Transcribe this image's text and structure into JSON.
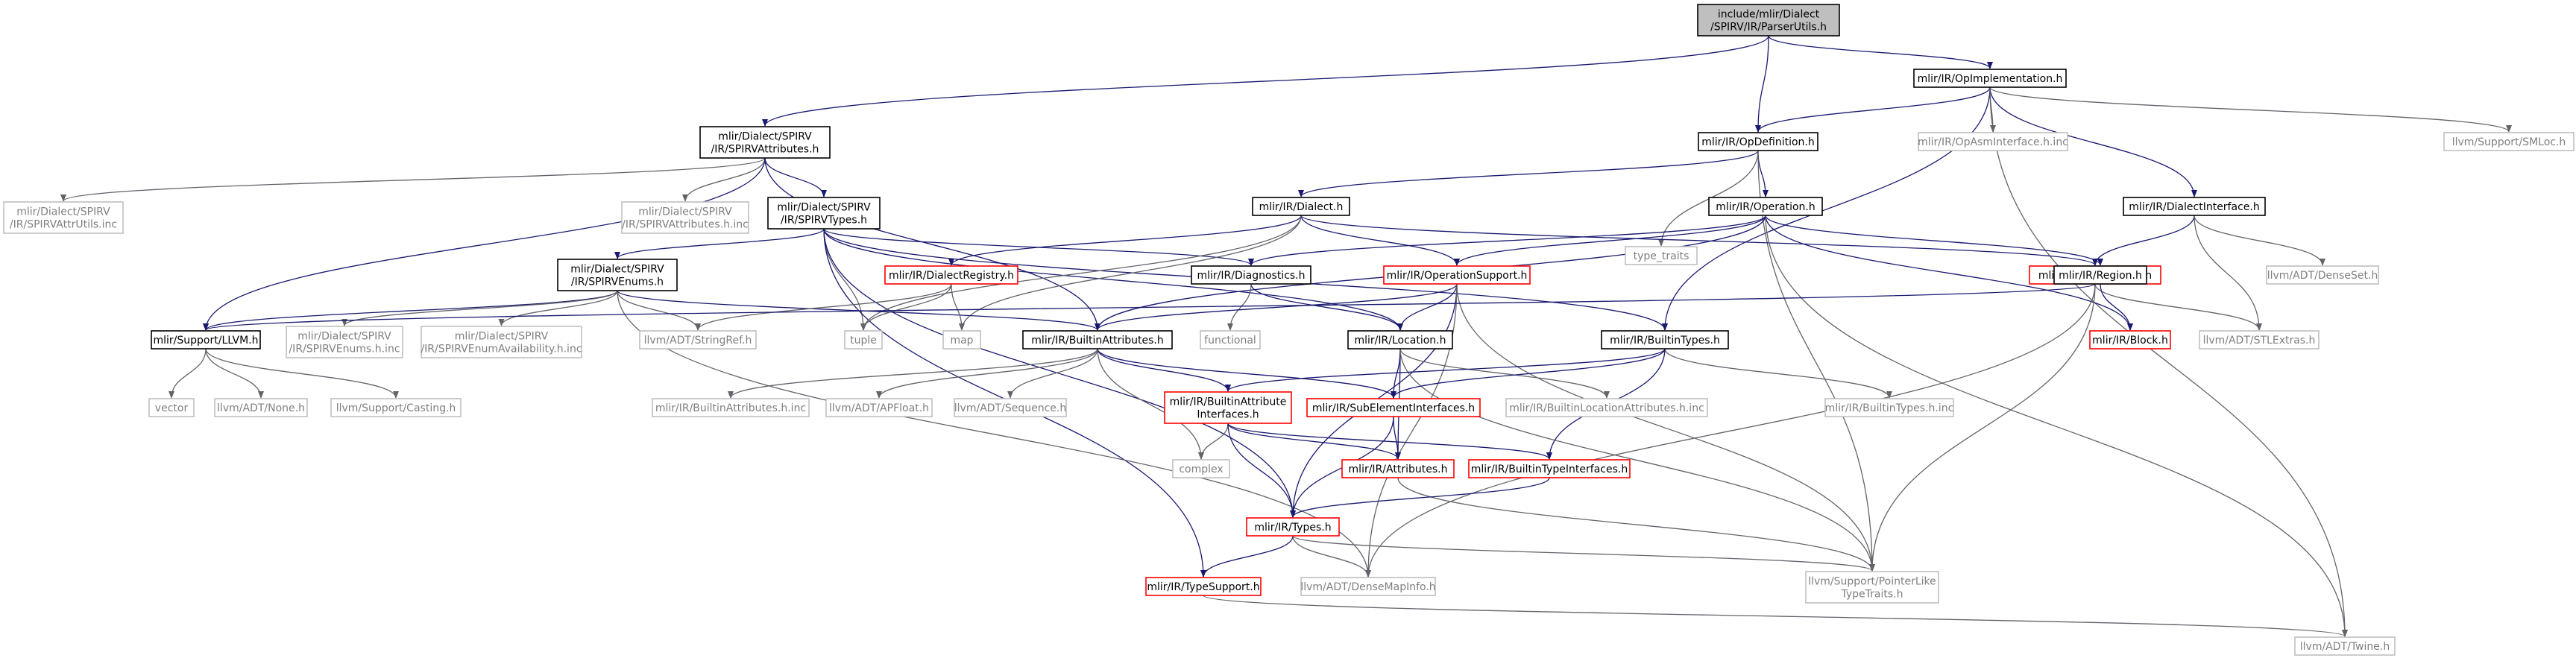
{
  "colors": {
    "root_fill": "#bfbfbf",
    "text": "#000000",
    "documented_border": "#000000",
    "has_children_border": "#ff0000",
    "leaf_border": "#bfbfbf",
    "leaf_text": "#7f7f7f",
    "edge": "#191970",
    "edge_gray": "#63636b"
  },
  "nodes": [
    {
      "id": "root",
      "kind": "root",
      "lines": [
        "include/mlir/Dialect",
        "/SPIRV/IR/ParserUtils.h"
      ]
    },
    {
      "id": "opimpl",
      "kind": "doc",
      "lines": [
        "mlir/IR/OpImplementation.h"
      ]
    },
    {
      "id": "spirvattr",
      "kind": "doc",
      "lines": [
        "mlir/Dialect/SPIRV",
        "/IR/SPIRVAttributes.h"
      ]
    },
    {
      "id": "opdef",
      "kind": "doc",
      "lines": [
        "mlir/IR/OpDefinition.h"
      ]
    },
    {
      "id": "opasm",
      "kind": "leaf",
      "lines": [
        "mlir/IR/OpAsmInterface.h.inc"
      ]
    },
    {
      "id": "smloc",
      "kind": "leaf",
      "lines": [
        "llvm/Support/SMLoc.h"
      ]
    },
    {
      "id": "attrutils",
      "kind": "leaf",
      "lines": [
        "mlir/Dialect/SPIRV",
        "/IR/SPIRVAttrUtils.inc"
      ]
    },
    {
      "id": "spirvattrinc",
      "kind": "leaf",
      "lines": [
        "mlir/Dialect/SPIRV",
        "/IR/SPIRVAttributes.h.inc"
      ]
    },
    {
      "id": "spirvtypes",
      "kind": "doc",
      "lines": [
        "mlir/Dialect/SPIRV",
        "/IR/SPIRVTypes.h"
      ]
    },
    {
      "id": "dialect",
      "kind": "doc",
      "lines": [
        "mlir/IR/Dialect.h"
      ]
    },
    {
      "id": "typetraits",
      "kind": "leaf",
      "lines": [
        "type_traits"
      ]
    },
    {
      "id": "operation",
      "kind": "doc",
      "lines": [
        "mlir/IR/Operation.h"
      ]
    },
    {
      "id": "dialectiface",
      "kind": "doc",
      "lines": [
        "mlir/IR/DialectInterface.h"
      ]
    },
    {
      "id": "spirvenums",
      "kind": "doc",
      "lines": [
        "mlir/Dialect/SPIRV",
        "/IR/SPIRVEnums.h"
      ]
    },
    {
      "id": "dialectreg",
      "kind": "red",
      "lines": [
        "mlir/IR/DialectRegistry.h"
      ]
    },
    {
      "id": "diagnostics",
      "kind": "doc",
      "lines": [
        "mlir/IR/Diagnostics.h"
      ]
    },
    {
      "id": "opsupport",
      "kind": "red",
      "lines": [
        "mlir/IR/OperationSupport.h"
      ]
    },
    {
      "id": "typeid",
      "kind": "red",
      "lines": [
        "mlir/Support/TypeID.h"
      ]
    },
    {
      "id": "region",
      "kind": "doc",
      "lines": [
        "mlir/IR/Region.h"
      ]
    },
    {
      "id": "denseset",
      "kind": "leaf",
      "lines": [
        "llvm/ADT/DenseSet.h"
      ]
    },
    {
      "id": "llvmh",
      "kind": "doc",
      "lines": [
        "mlir/Support/LLVM.h"
      ]
    },
    {
      "id": "spirvenumsinc",
      "kind": "leaf",
      "lines": [
        "mlir/Dialect/SPIRV",
        "/IR/SPIRVEnums.h.inc"
      ]
    },
    {
      "id": "enumavail",
      "kind": "leaf",
      "lines": [
        "mlir/Dialect/SPIRV",
        "/IR/SPIRVEnumAvailability.h.inc"
      ]
    },
    {
      "id": "stringref",
      "kind": "leaf",
      "lines": [
        "llvm/ADT/StringRef.h"
      ]
    },
    {
      "id": "tuple",
      "kind": "leaf",
      "lines": [
        "tuple"
      ]
    },
    {
      "id": "map",
      "kind": "leaf",
      "lines": [
        "map"
      ]
    },
    {
      "id": "builtinattrs",
      "kind": "doc",
      "lines": [
        "mlir/IR/BuiltinAttributes.h"
      ]
    },
    {
      "id": "functional",
      "kind": "leaf",
      "lines": [
        "functional"
      ]
    },
    {
      "id": "location",
      "kind": "doc",
      "lines": [
        "mlir/IR/Location.h"
      ]
    },
    {
      "id": "builtintypes",
      "kind": "doc",
      "lines": [
        "mlir/IR/BuiltinTypes.h"
      ]
    },
    {
      "id": "block",
      "kind": "red",
      "lines": [
        "mlir/IR/Block.h"
      ]
    },
    {
      "id": "stlextras",
      "kind": "leaf",
      "lines": [
        "llvm/ADT/STLExtras.h"
      ]
    },
    {
      "id": "vector",
      "kind": "leaf",
      "lines": [
        "vector"
      ]
    },
    {
      "id": "none",
      "kind": "leaf",
      "lines": [
        "llvm/ADT/None.h"
      ]
    },
    {
      "id": "casting",
      "kind": "leaf",
      "lines": [
        "llvm/Support/Casting.h"
      ]
    },
    {
      "id": "builtinattrsinc",
      "kind": "leaf",
      "lines": [
        "mlir/IR/BuiltinAttributes.h.inc"
      ]
    },
    {
      "id": "apfloat",
      "kind": "leaf",
      "lines": [
        "llvm/ADT/APFloat.h"
      ]
    },
    {
      "id": "sequence",
      "kind": "leaf",
      "lines": [
        "llvm/ADT/Sequence.h"
      ]
    },
    {
      "id": "baiface",
      "kind": "red",
      "lines": [
        "mlir/IR/BuiltinAttribute",
        "Interfaces.h"
      ]
    },
    {
      "id": "subelem",
      "kind": "red",
      "lines": [
        "mlir/IR/SubElementInterfaces.h"
      ]
    },
    {
      "id": "builtinlocinc",
      "kind": "leaf",
      "lines": [
        "mlir/IR/BuiltinLocationAttributes.h.inc"
      ]
    },
    {
      "id": "builtintypesinc",
      "kind": "leaf",
      "lines": [
        "mlir/IR/BuiltinTypes.h.inc"
      ]
    },
    {
      "id": "complex",
      "kind": "leaf",
      "lines": [
        "complex"
      ]
    },
    {
      "id": "attributes",
      "kind": "red",
      "lines": [
        "mlir/IR/Attributes.h"
      ]
    },
    {
      "id": "btiface",
      "kind": "red",
      "lines": [
        "mlir/IR/BuiltinTypeInterfaces.h"
      ]
    },
    {
      "id": "types",
      "kind": "red",
      "lines": [
        "mlir/IR/Types.h"
      ]
    },
    {
      "id": "typesupport",
      "kind": "red",
      "lines": [
        "mlir/IR/TypeSupport.h"
      ]
    },
    {
      "id": "densemapinfo",
      "kind": "leaf",
      "lines": [
        "llvm/ADT/DenseMapInfo.h"
      ]
    },
    {
      "id": "pointerlike",
      "kind": "leaf",
      "lines": [
        "llvm/Support/PointerLike",
        "TypeTraits.h"
      ]
    },
    {
      "id": "twine",
      "kind": "leaf",
      "lines": [
        "llvm/ADT/Twine.h"
      ]
    }
  ],
  "edges": [
    [
      "root",
      "spirvattr"
    ],
    [
      "root",
      "opdef"
    ],
    [
      "root",
      "opimpl"
    ],
    [
      "opimpl",
      "opdef"
    ],
    [
      "opimpl",
      "opasm"
    ],
    [
      "opimpl",
      "smloc"
    ],
    [
      "opimpl",
      "dialectiface"
    ],
    [
      "opimpl",
      "builtintypes"
    ],
    [
      "opimpl",
      "twine"
    ],
    [
      "spirvattr",
      "attrutils"
    ],
    [
      "spirvattr",
      "spirvattrinc"
    ],
    [
      "spirvattr",
      "spirvtypes"
    ],
    [
      "spirvattr",
      "llvmh"
    ],
    [
      "spirvattr",
      "builtinattrs"
    ],
    [
      "opdef",
      "dialect"
    ],
    [
      "opdef",
      "typetraits"
    ],
    [
      "opdef",
      "operation"
    ],
    [
      "opdef",
      "pointerlike"
    ],
    [
      "spirvtypes",
      "spirvenums"
    ],
    [
      "spirvtypes",
      "diagnostics"
    ],
    [
      "spirvtypes",
      "location"
    ],
    [
      "spirvtypes",
      "builtintypes"
    ],
    [
      "spirvtypes",
      "tuple"
    ],
    [
      "spirvtypes",
      "typesupport"
    ],
    [
      "spirvtypes",
      "types"
    ],
    [
      "dialect",
      "dialectreg"
    ],
    [
      "dialect",
      "opsupport"
    ],
    [
      "dialect",
      "typeid"
    ],
    [
      "dialect",
      "tuple"
    ],
    [
      "dialect",
      "map"
    ],
    [
      "operation",
      "diagnostics"
    ],
    [
      "operation",
      "opsupport"
    ],
    [
      "operation",
      "region"
    ],
    [
      "operation",
      "block"
    ],
    [
      "operation",
      "builtinattrs"
    ],
    [
      "operation",
      "twine"
    ],
    [
      "dialectiface",
      "typeid"
    ],
    [
      "dialectiface",
      "denseset"
    ],
    [
      "dialectiface",
      "stlextras"
    ],
    [
      "spirvenums",
      "llvmh"
    ],
    [
      "spirvenums",
      "spirvenumsinc"
    ],
    [
      "spirvenums",
      "enumavail"
    ],
    [
      "spirvenums",
      "stringref"
    ],
    [
      "spirvenums",
      "builtinattrs"
    ],
    [
      "spirvenums",
      "densemapinfo"
    ],
    [
      "dialectreg",
      "stringref"
    ],
    [
      "dialectreg",
      "tuple"
    ],
    [
      "dialectreg",
      "map"
    ],
    [
      "diagnostics",
      "location"
    ],
    [
      "diagnostics",
      "functional"
    ],
    [
      "opsupport",
      "location"
    ],
    [
      "opsupport",
      "builtinattrs"
    ],
    [
      "opsupport",
      "types"
    ],
    [
      "opsupport",
      "pointerlike"
    ],
    [
      "opsupport",
      "densemapinfo"
    ],
    [
      "typeid",
      "llvmh"
    ],
    [
      "typeid",
      "stlextras"
    ],
    [
      "typeid",
      "pointerlike"
    ],
    [
      "typeid",
      "densemapinfo"
    ],
    [
      "region",
      "block"
    ],
    [
      "llvmh",
      "vector"
    ],
    [
      "llvmh",
      "none"
    ],
    [
      "llvmh",
      "casting"
    ],
    [
      "builtinattrs",
      "builtinattrsinc"
    ],
    [
      "builtinattrs",
      "apfloat"
    ],
    [
      "builtinattrs",
      "sequence"
    ],
    [
      "builtinattrs",
      "baiface"
    ],
    [
      "builtinattrs",
      "subelem"
    ],
    [
      "builtinattrs",
      "complex"
    ],
    [
      "location",
      "subelem"
    ],
    [
      "location",
      "builtinlocinc"
    ],
    [
      "location",
      "attributes"
    ],
    [
      "location",
      "pointerlike"
    ],
    [
      "builtintypes",
      "baiface"
    ],
    [
      "builtintypes",
      "subelem"
    ],
    [
      "builtintypes",
      "builtintypesinc"
    ],
    [
      "builtintypes",
      "btiface"
    ],
    [
      "baiface",
      "complex"
    ],
    [
      "baiface",
      "attributes"
    ],
    [
      "baiface",
      "btiface"
    ],
    [
      "baiface",
      "types"
    ],
    [
      "subelem",
      "attributes"
    ],
    [
      "subelem",
      "types"
    ],
    [
      "attributes",
      "pointerlike"
    ],
    [
      "btiface",
      "types"
    ],
    [
      "types",
      "typesupport"
    ],
    [
      "types",
      "densemapinfo"
    ],
    [
      "types",
      "pointerlike"
    ],
    [
      "typesupport",
      "twine"
    ]
  ]
}
